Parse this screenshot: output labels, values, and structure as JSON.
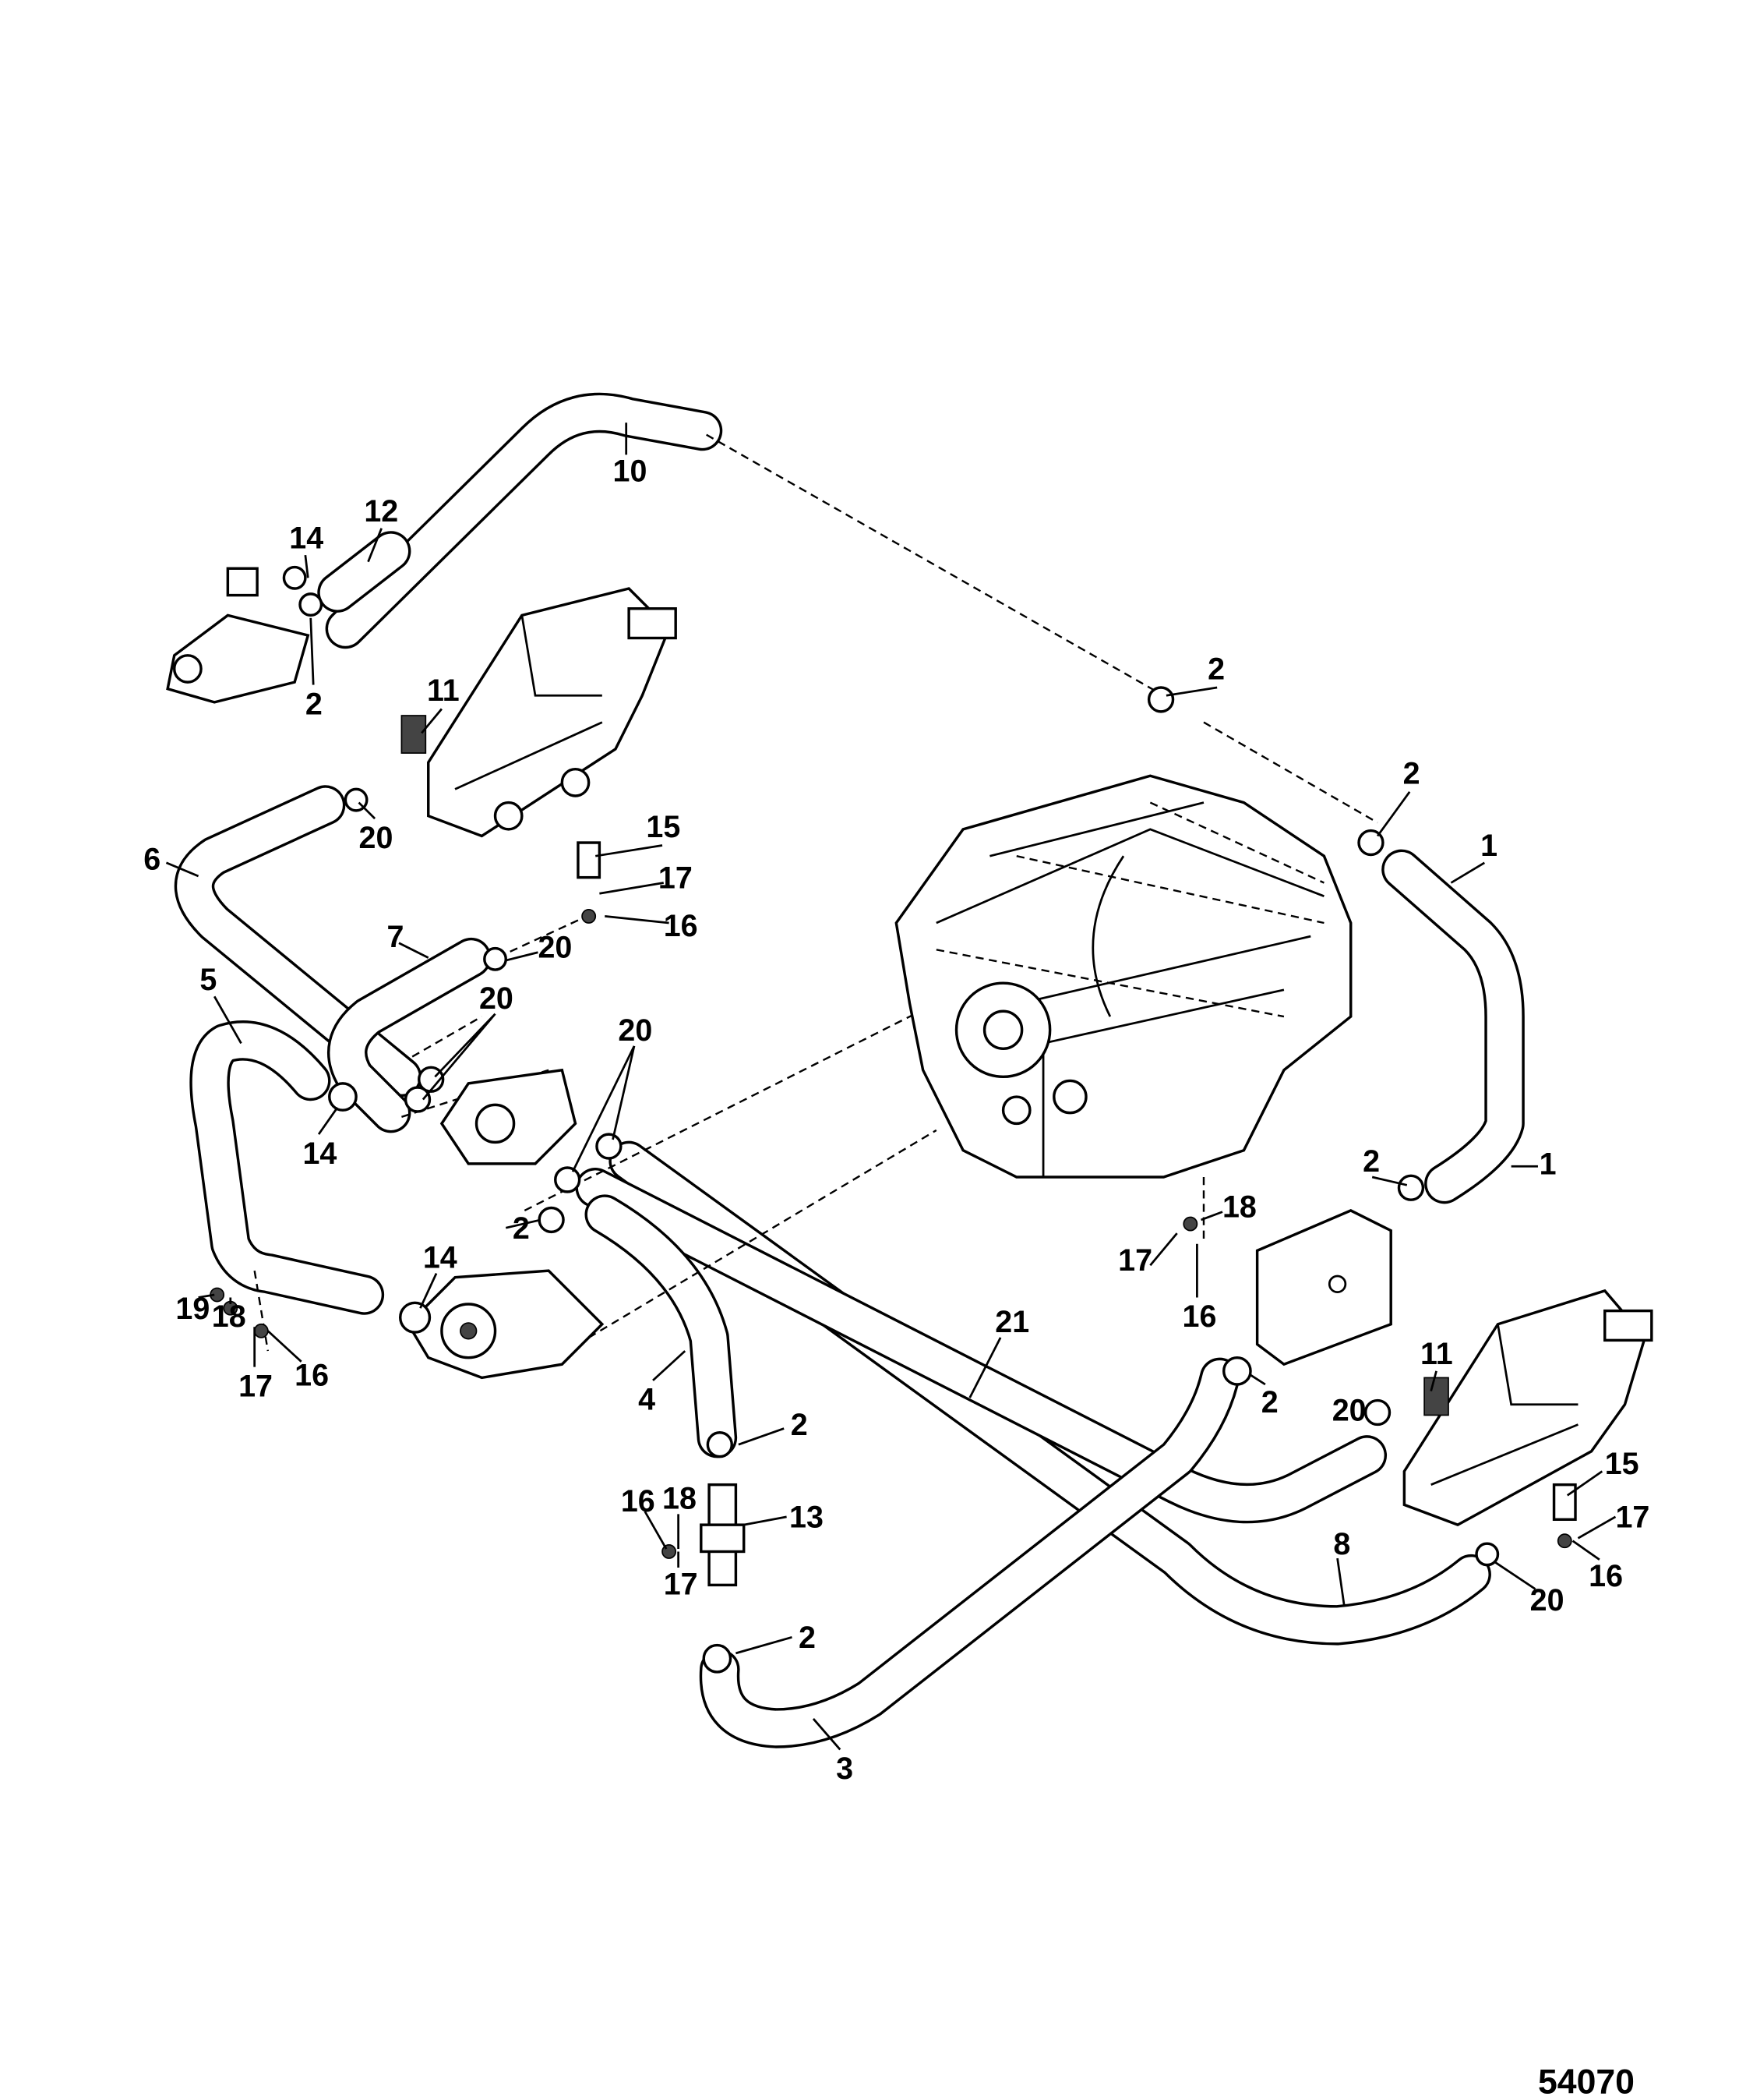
{
  "diagram": {
    "figure_number": "54070",
    "callouts": [
      "10",
      "12",
      "14",
      "2",
      "11",
      "20",
      "6",
      "15",
      "17",
      "16",
      "7",
      "20",
      "5",
      "20",
      "14",
      "20",
      "2",
      "2",
      "1",
      "1",
      "2",
      "18",
      "17",
      "16",
      "2",
      "14",
      "19",
      "18",
      "17",
      "16",
      "4",
      "21",
      "2",
      "11",
      "20",
      "15",
      "17",
      "16",
      "2",
      "16",
      "18",
      "13",
      "17",
      "2",
      "8",
      "20",
      "3"
    ]
  }
}
